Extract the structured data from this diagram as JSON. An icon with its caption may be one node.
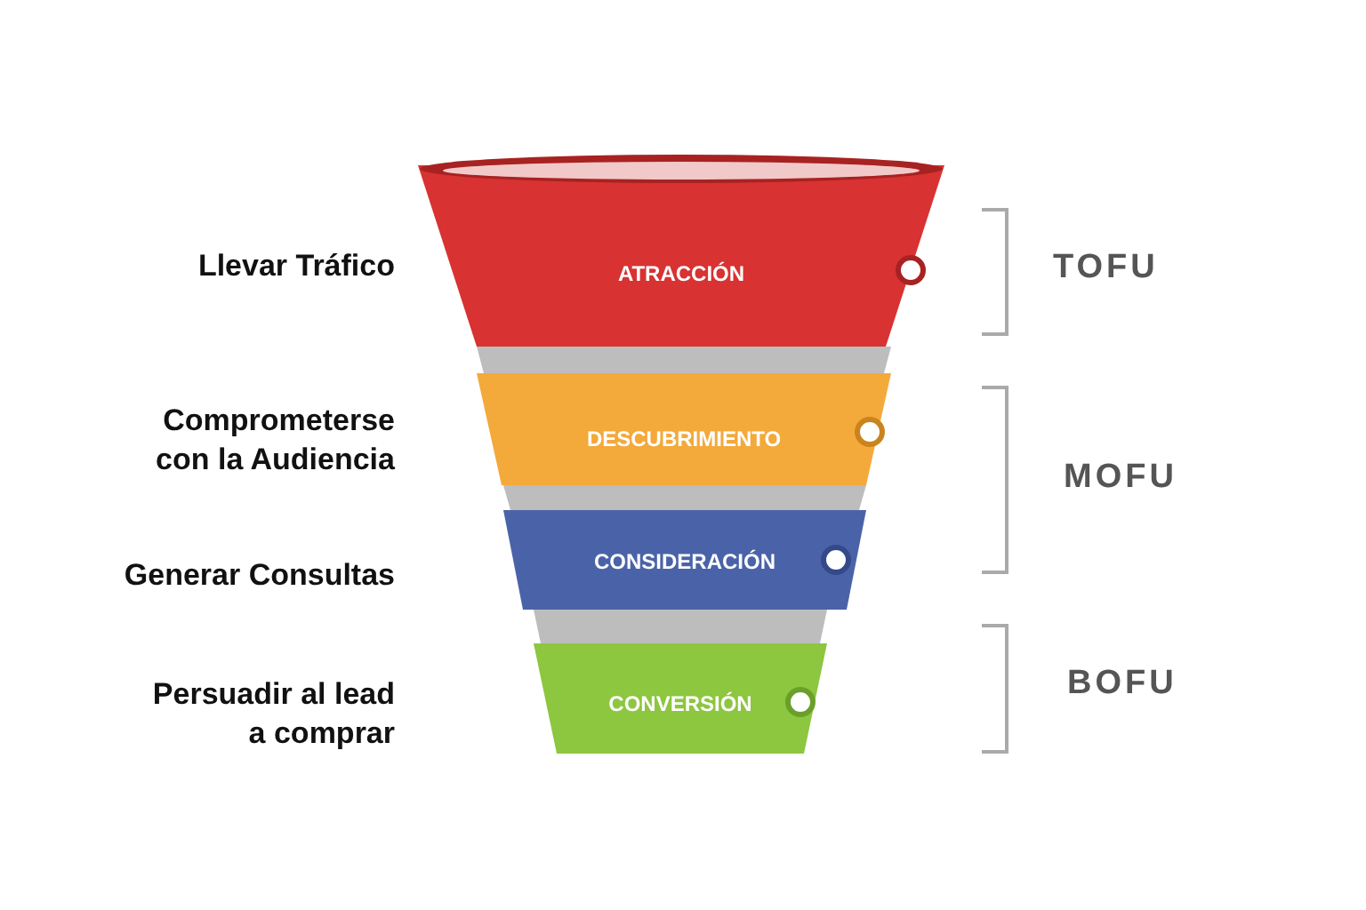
{
  "diagram": {
    "nodes": [
      {
        "text": [
          "ATRACCIÓN"
        ]
      },
      {
        "text": [
          "DESCUBRIMIENTO"
        ]
      },
      {
        "text": [
          "CONSIDERACIÓN"
        ]
      },
      {
        "text": [
          "CONVERSIÓN"
        ]
      }
    ],
    "labels": [
      "Llevar Tráfico",
      "TOFU",
      "Comprometerse con la Audiencia",
      "MOFU",
      "Generar Consultas",
      "Persuadir al lead a comprar",
      "BOFU"
    ]
  }
}
